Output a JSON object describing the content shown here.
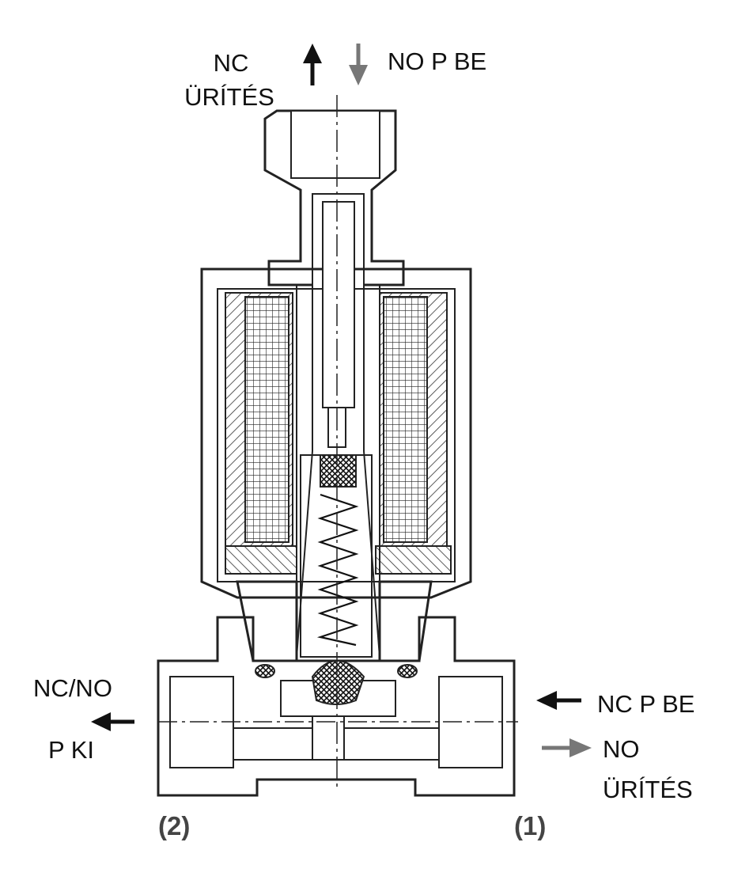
{
  "labels": {
    "nc_exhaust_top_line1": "NC",
    "nc_exhaust_top_line2": "ÜRÍTÉS",
    "no_pressure_in_top": "NO P BE",
    "left_line1": "NC/NO",
    "left_line2": "P KI",
    "nc_pressure_in_right": "NC P BE",
    "no_exhaust_right_line1": "NO",
    "no_exhaust_right_line2": "ÜRÍTÉS"
  },
  "ports": {
    "left": "(2)",
    "right": "(1)"
  },
  "colors": {
    "line": "#222222",
    "hatch": "#333333",
    "arrow_black": "#111111",
    "arrow_grey": "#777777",
    "port_number": "#444444"
  }
}
